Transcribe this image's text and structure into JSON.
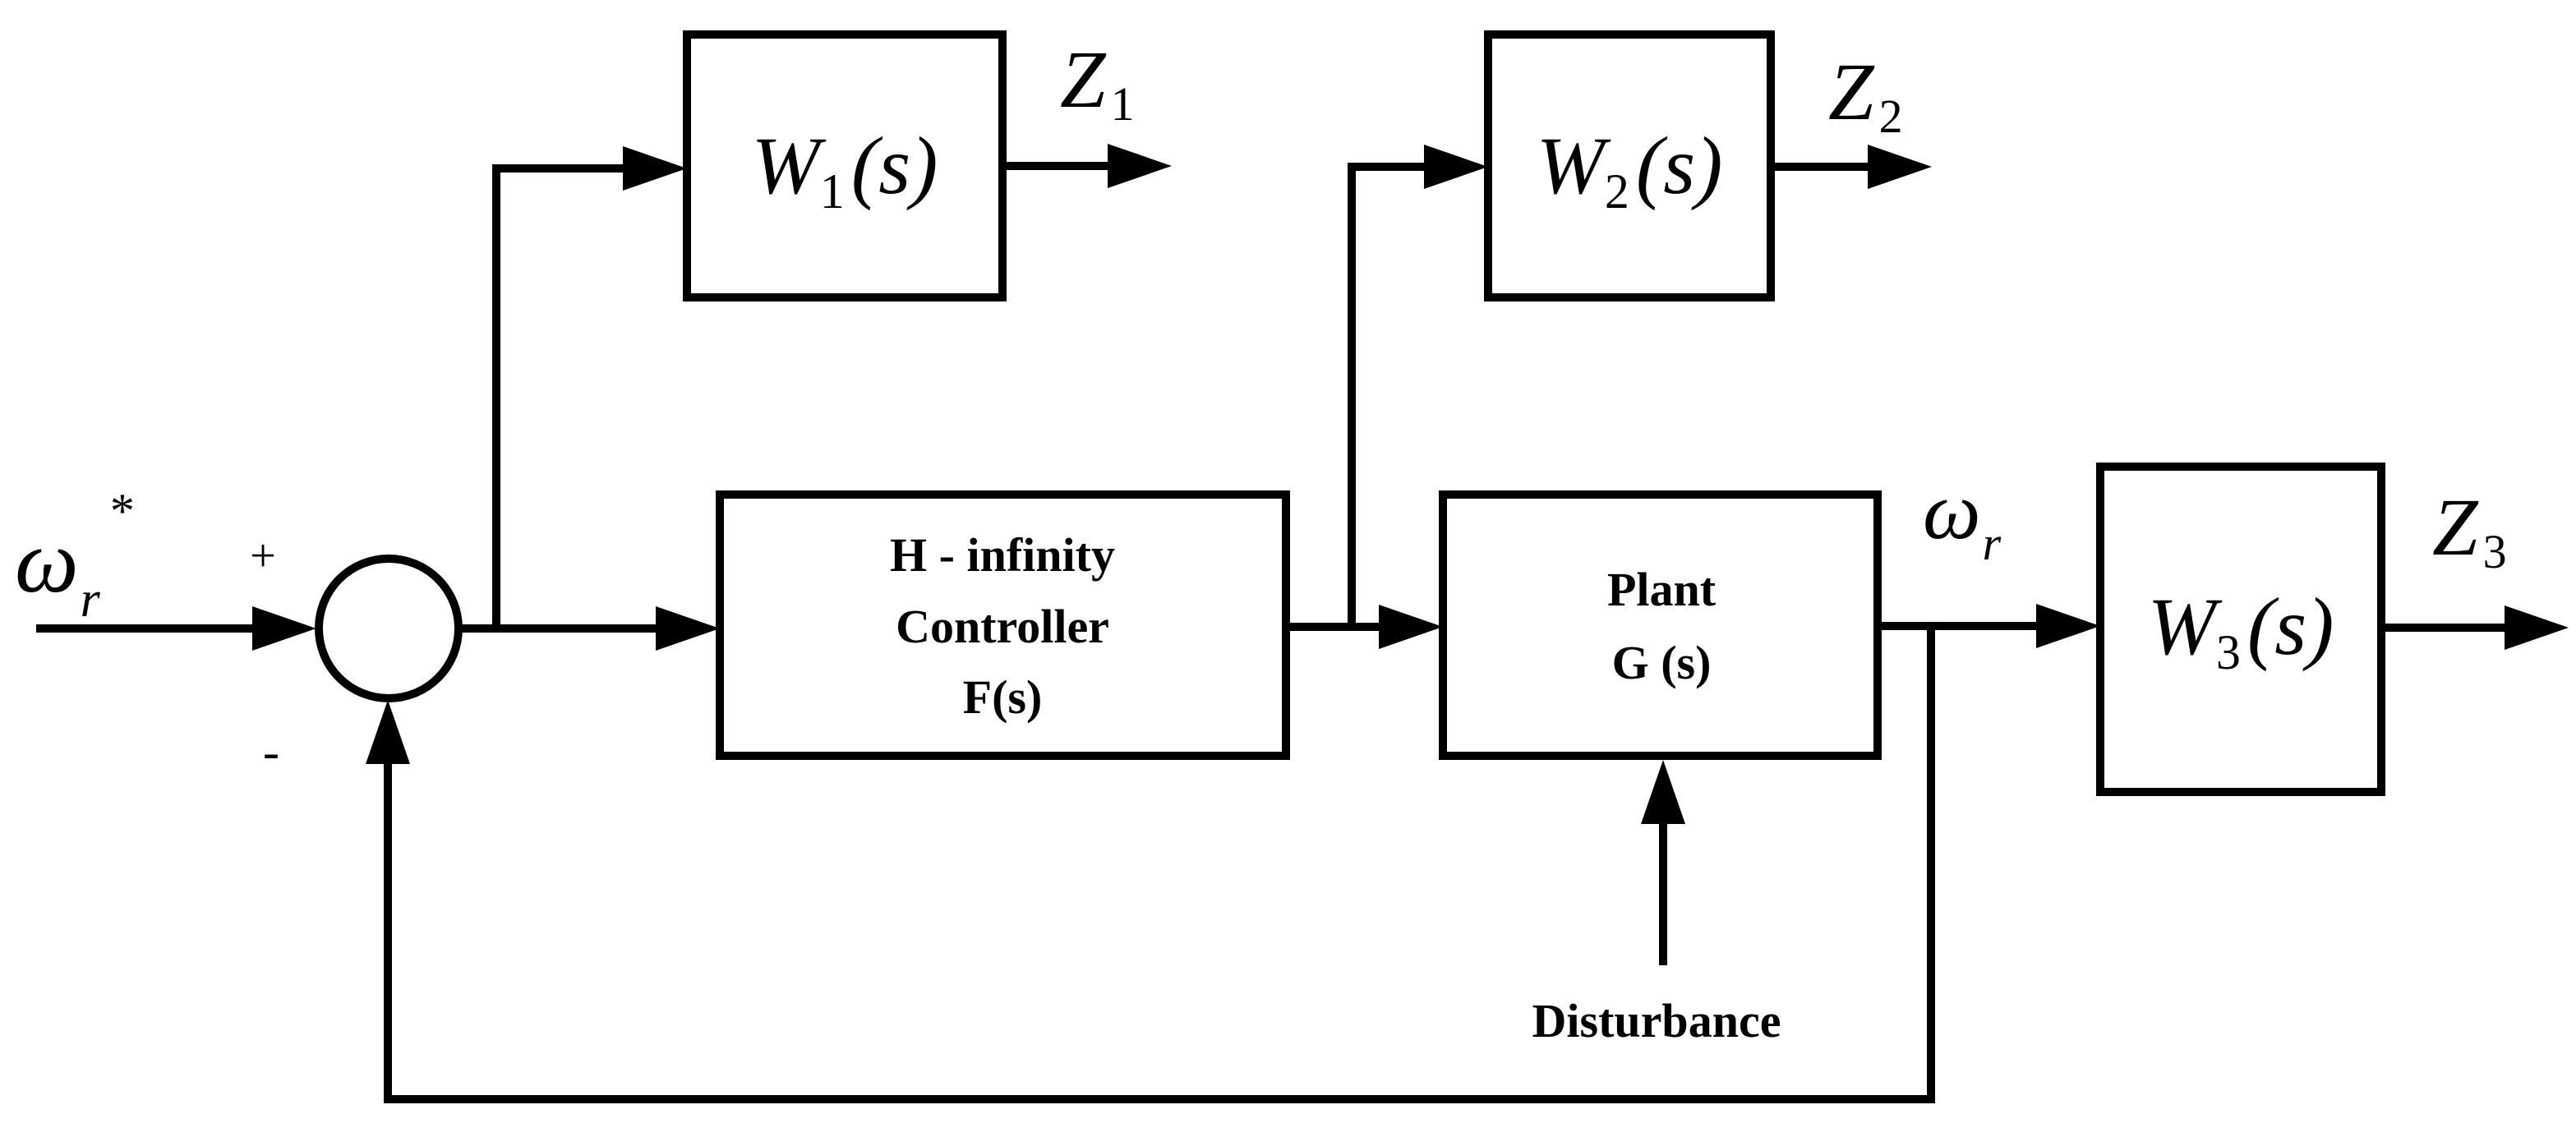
{
  "signals": {
    "reference": {
      "symbol": "ω",
      "subscript": "r",
      "superscript": "*"
    },
    "output": {
      "symbol": "ω",
      "subscript": "r"
    }
  },
  "summing_junction": {
    "plus": "+",
    "minus": "-"
  },
  "blocks": {
    "controller": {
      "line1": "H - infinity",
      "line2": "Controller",
      "line3": "F(s)"
    },
    "plant": {
      "line1": "Plant",
      "line2": "G (s)"
    },
    "w1": {
      "name": "W",
      "subscript": "1",
      "arg": "(s)"
    },
    "w2": {
      "name": "W",
      "subscript": "2",
      "arg": "(s)"
    },
    "w3": {
      "name": "W",
      "subscript": "3",
      "arg": "(s)"
    }
  },
  "outputs": {
    "z1": {
      "name": "Z",
      "subscript": "1"
    },
    "z2": {
      "name": "Z",
      "subscript": "2"
    },
    "z3": {
      "name": "Z",
      "subscript": "3"
    }
  },
  "disturbance_label": "Disturbance"
}
